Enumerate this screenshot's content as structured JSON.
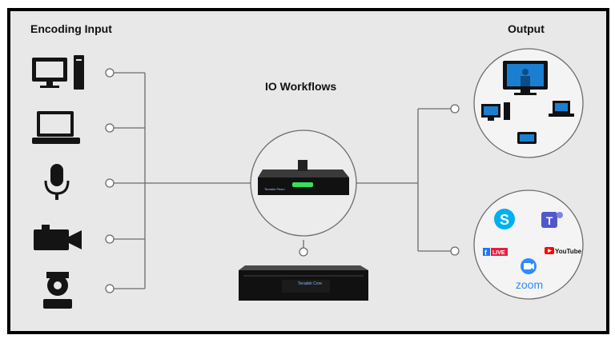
{
  "labels": {
    "input": "Encoding Input",
    "workflows": "IO Workflows",
    "output": "Output"
  },
  "device_text": {
    "encoder_brand": "Teradek Prism",
    "rack_brand": "Teradek Core"
  },
  "platforms": {
    "facebook_live": "LIVE",
    "youtube": "YouTube",
    "zoom": "zoom"
  },
  "inputs": [
    "desktop-computer",
    "laptop",
    "microphone",
    "video-camera",
    "ptz-camera"
  ],
  "colors": {
    "background": "#e8e8e8",
    "frame": "#000000",
    "lines": "#6b6b6b",
    "skype": "#00aff0",
    "teams": "#5059c9",
    "facebook": "#1877f2",
    "youtube": "#ff0000",
    "zoom": "#2d8cff",
    "led": "#37e05a",
    "screen": "#1a7fd1"
  }
}
